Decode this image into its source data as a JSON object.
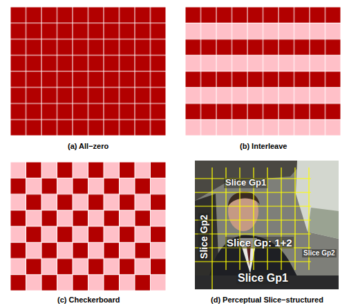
{
  "diagram": {
    "labels": [
      "(a) All−zero",
      "(b) Interleave",
      "(c) Checkerboard",
      "Slice Gp1",
      "Slice Gp2",
      "Slice Gp: 1+2",
      "Slice Gp2",
      "Slice Gp1",
      "(d) Perceptual Slice−structured"
    ]
  }
}
